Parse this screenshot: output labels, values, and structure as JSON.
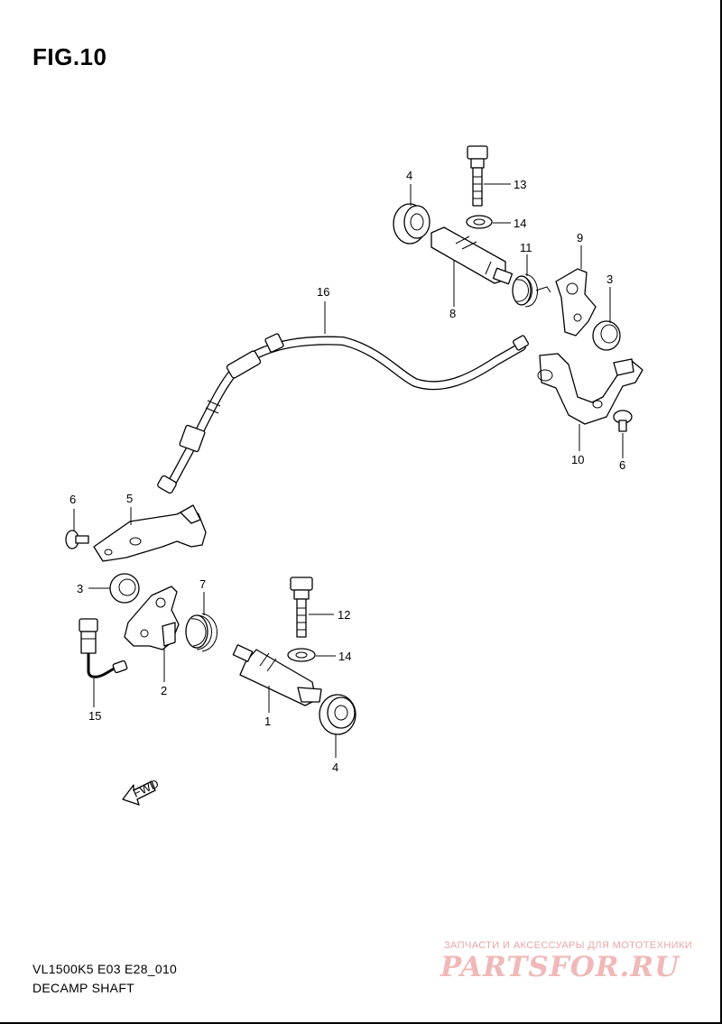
{
  "figure": {
    "title": "FIG.10",
    "model_code": "VL1500K5 E03 E28_010",
    "section_name": "DECAMP SHAFT"
  },
  "fwd_arrow": {
    "label": "FWD"
  },
  "callouts": [
    {
      "id": "c-4-top",
      "label": "4"
    },
    {
      "id": "c-13",
      "label": "13"
    },
    {
      "id": "c-14-top",
      "label": "14"
    },
    {
      "id": "c-11",
      "label": "11"
    },
    {
      "id": "c-9",
      "label": "9"
    },
    {
      "id": "c-3-right",
      "label": "3"
    },
    {
      "id": "c-8",
      "label": "8"
    },
    {
      "id": "c-16",
      "label": "16"
    },
    {
      "id": "c-10",
      "label": "10"
    },
    {
      "id": "c-6-right",
      "label": "6"
    },
    {
      "id": "c-6-left",
      "label": "6"
    },
    {
      "id": "c-5",
      "label": "5"
    },
    {
      "id": "c-3-left",
      "label": "3"
    },
    {
      "id": "c-7",
      "label": "7"
    },
    {
      "id": "c-12",
      "label": "12"
    },
    {
      "id": "c-14-bottom",
      "label": "14"
    },
    {
      "id": "c-2",
      "label": "2"
    },
    {
      "id": "c-15",
      "label": "15"
    },
    {
      "id": "c-1",
      "label": "1"
    },
    {
      "id": "c-4-bottom",
      "label": "4"
    }
  ],
  "watermark": {
    "tagline": "ЗАПЧАСТИ И АКСЕССУАРЫ ДЛЯ МОТОТЕХНИКИ",
    "brand": "PARTSFOR.RU"
  }
}
